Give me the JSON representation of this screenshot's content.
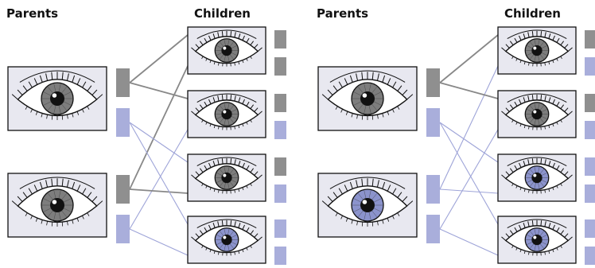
{
  "left_panel": {
    "parents_label": "Parents",
    "children_label": "Children"
  },
  "right_panel": {
    "parents_label": "Parents",
    "children_label": "Children"
  },
  "colors": {
    "gray_allele": "#8f8f8f",
    "blue_allele": "#a9aedb",
    "frame_fill": "#e8e8f0",
    "gray_iris": "#7d7d7d",
    "blue_iris": "#8b93cc",
    "gray_link": "#888888",
    "blue_link": "#9ea4d8"
  },
  "diagrams": [
    {
      "parents": [
        {
          "eye": "gray",
          "alleles": [
            "gray",
            "blue"
          ]
        },
        {
          "eye": "gray",
          "alleles": [
            "gray",
            "blue"
          ]
        }
      ],
      "children": [
        {
          "eye": "gray",
          "alleles": [
            "gray",
            "gray"
          ]
        },
        {
          "eye": "gray",
          "alleles": [
            "gray",
            "blue"
          ]
        },
        {
          "eye": "gray",
          "alleles": [
            "gray",
            "blue"
          ]
        },
        {
          "eye": "blue",
          "alleles": [
            "blue",
            "blue"
          ]
        }
      ]
    },
    {
      "parents": [
        {
          "eye": "gray",
          "alleles": [
            "gray",
            "blue"
          ]
        },
        {
          "eye": "blue",
          "alleles": [
            "blue",
            "blue"
          ]
        }
      ],
      "children": [
        {
          "eye": "gray",
          "alleles": [
            "gray",
            "blue"
          ]
        },
        {
          "eye": "gray",
          "alleles": [
            "gray",
            "blue"
          ]
        },
        {
          "eye": "blue",
          "alleles": [
            "blue",
            "blue"
          ]
        },
        {
          "eye": "blue",
          "alleles": [
            "blue",
            "blue"
          ]
        }
      ]
    }
  ]
}
